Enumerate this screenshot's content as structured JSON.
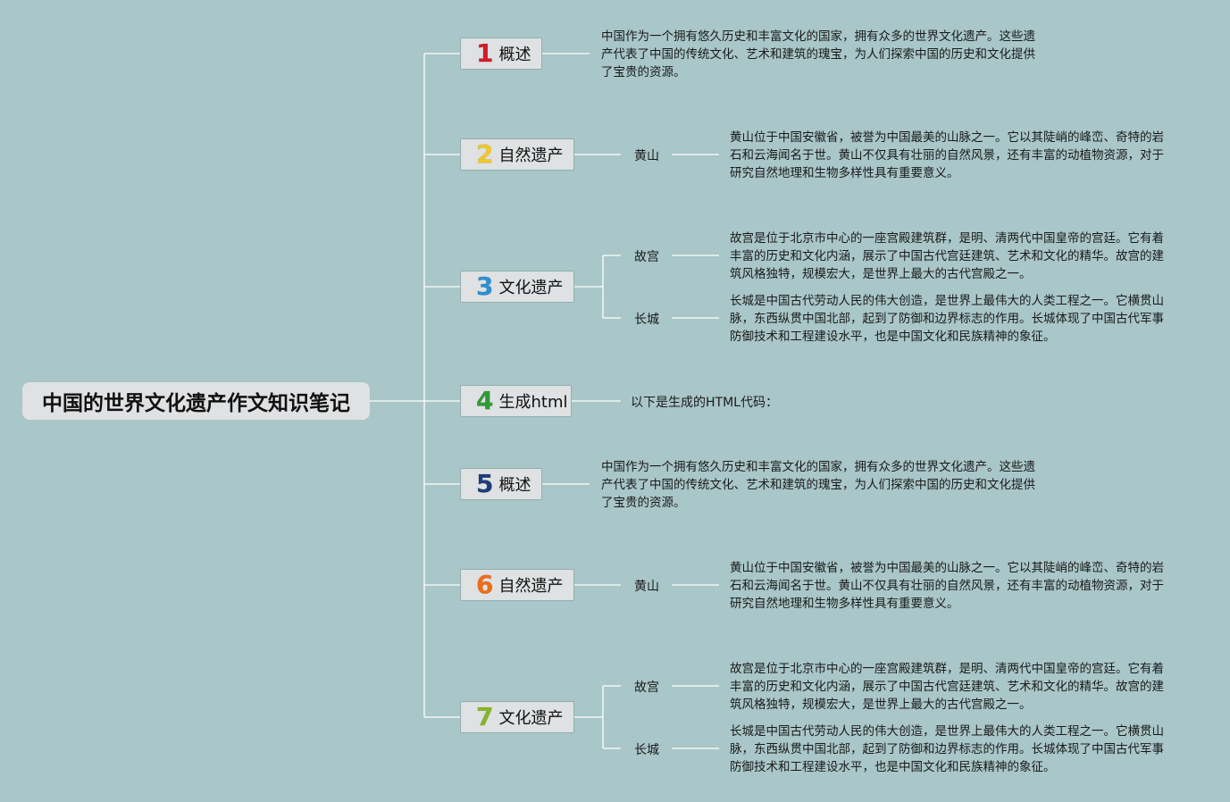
{
  "root": {
    "title": "中国的世界文化遗产作文知识笔记"
  },
  "branches": [
    {
      "num": "1",
      "color": "#d51a2b",
      "label": "概述"
    },
    {
      "num": "2",
      "color": "#f2c829",
      "label": "自然遗产"
    },
    {
      "num": "3",
      "color": "#2a8fd6",
      "label": "文化遗产"
    },
    {
      "num": "4",
      "color": "#2d9a36",
      "label": "生成html"
    },
    {
      "num": "5",
      "color": "#1f3c7c",
      "label": "概述"
    },
    {
      "num": "6",
      "color": "#f06c18",
      "label": "自然遗产"
    },
    {
      "num": "7",
      "color": "#86b52a",
      "label": "文化遗产"
    }
  ],
  "details": {
    "b1_text": "中国作为一个拥有悠久历史和丰富文化的国家，拥有众多的世界文化遗产。这些遗产代表了中国的传统文化、艺术和建筑的瑰宝，为人们探索中国的历史和文化提供了宝贵的资源。",
    "b2_sub": "黄山",
    "b2_text": "黄山位于中国安徽省，被誉为中国最美的山脉之一。它以其陡峭的峰峦、奇特的岩石和云海闻名于世。黄山不仅具有壮丽的自然风景，还有丰富的动植物资源，对于研究自然地理和生物多样性具有重要意义。",
    "b3_sub1": "故宫",
    "b3_text1": "故宫是位于北京市中心的一座宫殿建筑群，是明、清两代中国皇帝的宫廷。它有着丰富的历史和文化内涵，展示了中国古代宫廷建筑、艺术和文化的精华。故宫的建筑风格独特，规模宏大，是世界上最大的古代宫殿之一。",
    "b3_sub2": "长城",
    "b3_text2": "长城是中国古代劳动人民的伟大创造，是世界上最伟大的人类工程之一。它横贯山脉，东西纵贯中国北部，起到了防御和边界标志的作用。长城体现了中国古代军事防御技术和工程建设水平，也是中国文化和民族精神的象征。",
    "b4_text": "以下是生成的HTML代码：",
    "b5_text": "中国作为一个拥有悠久历史和丰富文化的国家，拥有众多的世界文化遗产。这些遗产代表了中国的传统文化、艺术和建筑的瑰宝，为人们探索中国的历史和文化提供了宝贵的资源。",
    "b6_sub": "黄山",
    "b6_text": "黄山位于中国安徽省，被誉为中国最美的山脉之一。它以其陡峭的峰峦、奇特的岩石和云海闻名于世。黄山不仅具有壮丽的自然风景，还有丰富的动植物资源，对于研究自然地理和生物多样性具有重要意义。",
    "b7_sub1": "故宫",
    "b7_text1": "故宫是位于北京市中心的一座宫殿建筑群，是明、清两代中国皇帝的宫廷。它有着丰富的历史和文化内涵，展示了中国古代宫廷建筑、艺术和文化的精华。故宫的建筑风格独特，规模宏大，是世界上最大的古代宫殿之一。",
    "b7_sub2": "长城",
    "b7_text2": "长城是中国古代劳动人民的伟大创造，是世界上最伟大的人类工程之一。它横贯山脉，东西纵贯中国北部，起到了防御和边界标志的作用。长城体现了中国古代军事防御技术和工程建设水平，也是中国文化和民族精神的象征。"
  },
  "colors": {
    "background": "#a9c6c8",
    "node": "#dfe1e3",
    "line": "#ffffff"
  }
}
